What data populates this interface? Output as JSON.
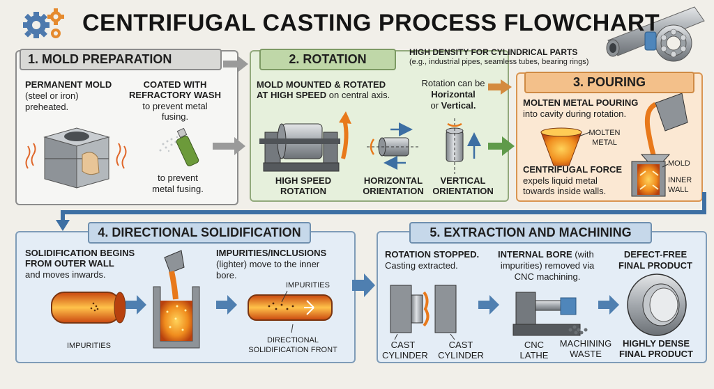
{
  "title": "CENTRIFUGAL CASTING PROCESS FLOWCHART",
  "density_note": {
    "heading": "HIGH DENSITY FOR CYLINDRICAL PARTS",
    "detail": "(e.g., industrial pipes, seamless tubes, bearing rings)"
  },
  "step1": {
    "header": "1. MOLD PREPARATION",
    "mold_bold": "PERMANENT MOLD",
    "mold_line1": "(steel or iron)",
    "mold_line2": "preheated.",
    "coat_bold1": "COATED WITH",
    "coat_bold2": "REFRACTORY WASH",
    "coat_line1": "to prevent metal",
    "coat_line2": "fusing.",
    "prevent_line1": "to prevent",
    "prevent_line2": "metal fusing."
  },
  "step2": {
    "header": "2. ROTATION",
    "mounted_bold1": "MOLD MOUNTED & ROTATED",
    "mounted_bold2": "AT HIGH SPEED",
    "mounted_rest": " on central axis.",
    "can_be": "Rotation can be",
    "horizontal": "Horizontal",
    "or": "or ",
    "vertical": "Vertical.",
    "high_speed1": "HIGH SPEED",
    "high_speed2": "ROTATION",
    "horiz1": "HORIZONTAL",
    "horiz2": "ORIENTATION",
    "vert1": "VERTICAL",
    "vert2": "ORIENTATION"
  },
  "step3": {
    "header": "3. POURING",
    "pour_bold": "MOLTEN METAL POURING",
    "pour_line": "into cavity during rotation.",
    "molten1": "MOLTEN",
    "molten2": "METAL",
    "force_bold": "CENTRIFUGAL FORCE",
    "force_line1": "expels liquid metal",
    "force_line2": "towards inside walls.",
    "mold1": "MOLD",
    "mold2": "INNER",
    "mold3": "WALL"
  },
  "step4": {
    "header": "4. DIRECTIONAL SOLIDIFICATION",
    "begins1": "SOLIDIFICATION BEGINS",
    "begins2": "FROM OUTER WALL",
    "begins3": "and moves inwards.",
    "impur_bold": "IMPURITIES/INCLUSIONS",
    "impur_line1": "(lighter) move to the inner",
    "impur_line2": "bore.",
    "impurities_label": "IMPURITIES",
    "impurities_label2": "IMPURITIES",
    "front1": "DIRECTIONAL",
    "front2": "SOLIDIFICATION FRONT"
  },
  "step5": {
    "header": "5. EXTRACTION AND MACHINING",
    "stopped_bold": "ROTATION STOPPED.",
    "stopped_line": "Casting extracted.",
    "bore_bold": "INTERNAL BORE",
    "bore_rest": " (with",
    "bore_line1": "impurities) removed via",
    "bore_line2": "CNC machining.",
    "defect1": "DEFECT-FREE",
    "defect2": "FINAL PRODUCT",
    "cast1a": "CAST",
    "cast1b": "CYLINDER",
    "cast2a": "CAST",
    "cast2b": "CYLINDER",
    "cnc1": "CNC",
    "cnc2": "LATHE",
    "waste1": "MACHINING",
    "waste2": "WASTE",
    "dense1": "HIGHLY DENSE",
    "dense2": "FINAL PRODUCT"
  },
  "colors": {
    "molten": "#e8791b",
    "arrow_gray": "#9a9a9a",
    "arrow_green": "#5f9a4a",
    "arrow_blue": "#4f7fb0"
  }
}
